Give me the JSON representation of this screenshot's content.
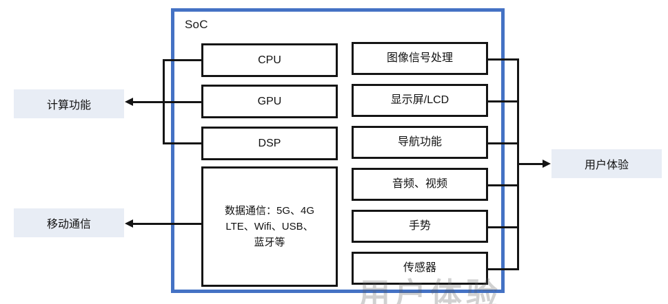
{
  "diagram": {
    "type": "block-diagram",
    "title": "SoC",
    "soc": {
      "label": "SoC",
      "border_color": "#4472C4",
      "left_column": [
        {
          "id": "cpu",
          "label": "CPU"
        },
        {
          "id": "gpu",
          "label": "GPU"
        },
        {
          "id": "dsp",
          "label": "DSP"
        },
        {
          "id": "data-comm",
          "label": "数据通信：5G、4G\nLTE、Wifi、USB、\n蓝牙等",
          "lines": [
            "数据通信：5G、4G",
            "LTE、Wifi、USB、",
            "蓝牙等"
          ]
        }
      ],
      "right_column": [
        {
          "id": "isp",
          "label": "图像信号处理"
        },
        {
          "id": "display",
          "label": "显示屏/LCD"
        },
        {
          "id": "navigation",
          "label": "导航功能"
        },
        {
          "id": "audio-video",
          "label": "音频、视频"
        },
        {
          "id": "gesture",
          "label": "手势"
        },
        {
          "id": "sensor",
          "label": "传感器"
        }
      ]
    },
    "side_labels": {
      "left_top": "计算功能",
      "left_bottom": "移动通信",
      "right": "用户体验",
      "fill_color": "#E8EDF5"
    },
    "connections": [
      {
        "from": "cpu,gpu,dsp bus",
        "to": "计算功能",
        "direction": "left"
      },
      {
        "from": "data-comm",
        "to": "移动通信",
        "direction": "left"
      },
      {
        "from": "right column bus",
        "to": "用户体验",
        "direction": "right"
      }
    ],
    "watermark": "用户体验"
  }
}
